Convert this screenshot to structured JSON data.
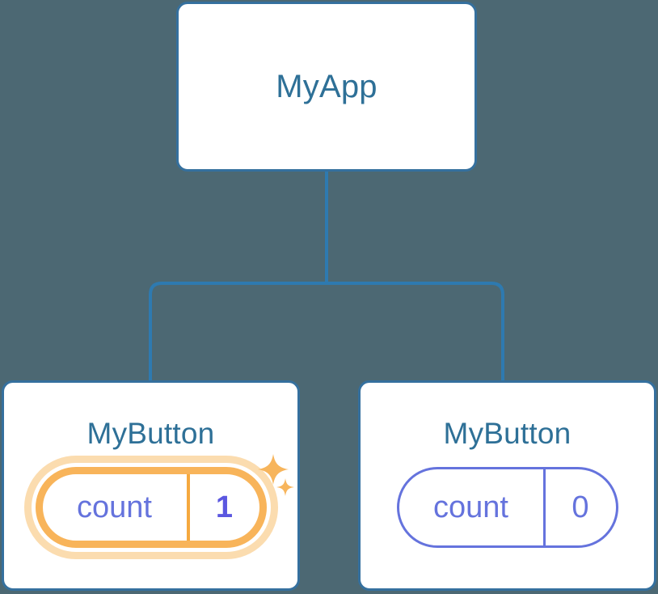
{
  "diagram": {
    "title": "component-tree",
    "background_color": "#4c6873",
    "connector_color": "#2e7ab0"
  },
  "root": {
    "label": "MyApp",
    "text_color": "#2e7097",
    "border_color": "#35709e"
  },
  "children": [
    {
      "label": "MyButton",
      "state": "updated",
      "counter": {
        "key": "count",
        "value": "1"
      },
      "highlight_color": "#f8b45a",
      "glow_color": "#fbdcaf",
      "value_color": "#5b57e0",
      "sparkles": [
        "sparkle-large",
        "sparkle-small"
      ]
    },
    {
      "label": "MyButton",
      "state": "idle",
      "counter": {
        "key": "count",
        "value": "0"
      },
      "outline_color": "#6573dd",
      "value_color": "#6573dd",
      "sparkles": []
    }
  ]
}
